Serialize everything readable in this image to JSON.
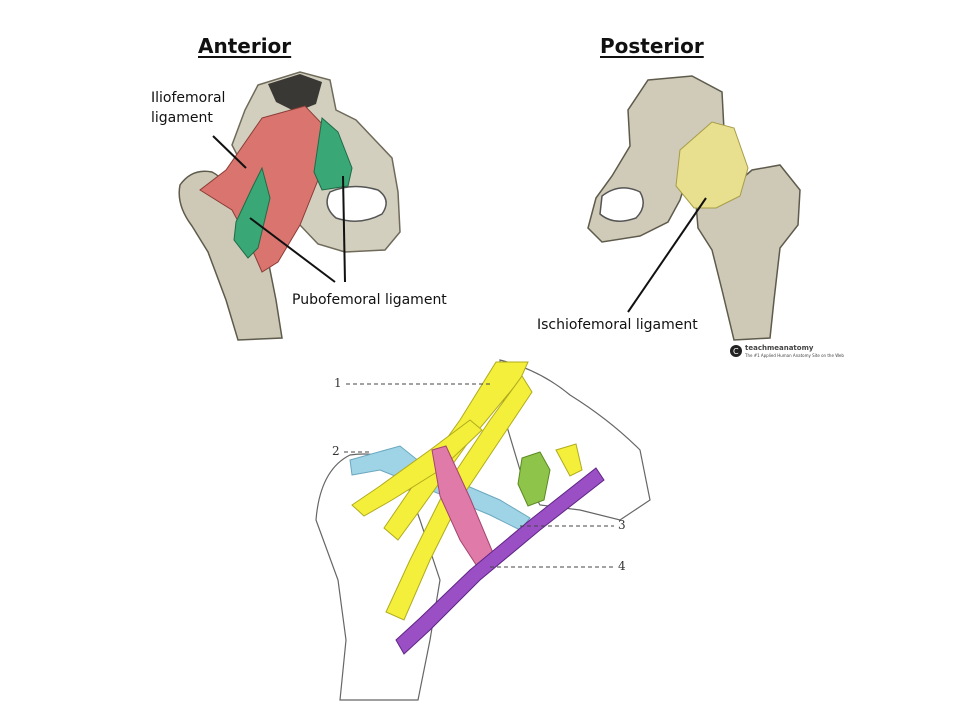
{
  "headings": {
    "anterior": "Anterior",
    "posterior": "Posterior"
  },
  "labels": {
    "iliofemoral_line1": "Iliofemoral",
    "iliofemoral_line2": "ligament",
    "pubofemoral": "Pubofemoral ligament",
    "ischiofemoral": "Ischiofemoral ligament"
  },
  "watermark": {
    "brand": "teachmeanatomy",
    "tagline": "The #1 Applied Human Anatomy Site on the Web"
  },
  "bottom_numbers": [
    "1",
    "2",
    "3",
    "4"
  ],
  "colors": {
    "iliofemoral": "#d9756e",
    "pubofemoral": "#3aa776",
    "ischiofemoral": "#e8e08f",
    "bone": "#cfcbb8",
    "yellow_structures": "#f3ef3a",
    "pink_structure": "#e07aa8",
    "purple_structure": "#9b4fc4",
    "blue_structure": "#9fd3e6",
    "green_structure": "#8fc44a"
  }
}
